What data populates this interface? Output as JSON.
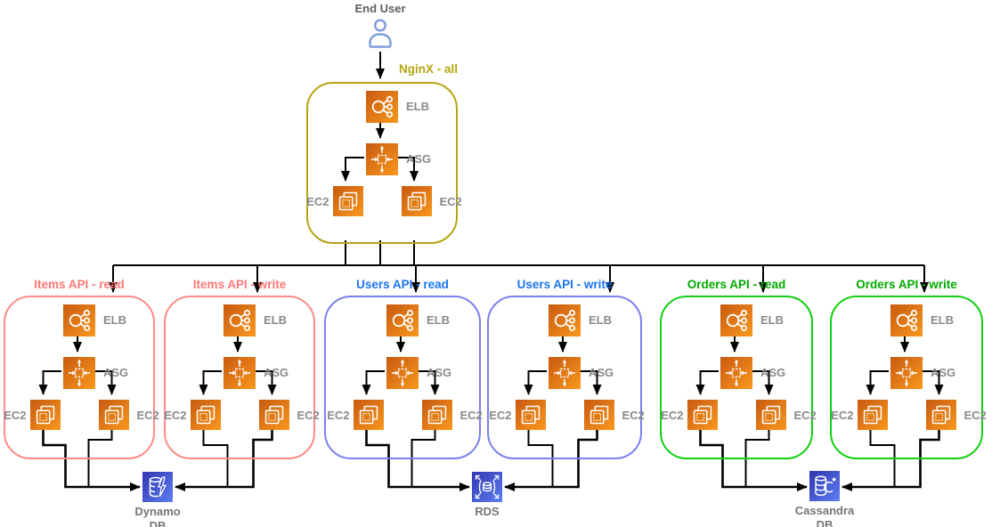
{
  "end_user": {
    "label": "End User"
  },
  "node_labels": {
    "elb": "ELB",
    "asg": "ASG",
    "ec2": "EC2"
  },
  "groups": {
    "nginx": {
      "label": "NginX - all"
    },
    "items_read": {
      "label": "Items API - read"
    },
    "items_write": {
      "label": "Items API - write"
    },
    "users_read": {
      "label": "Users API - read"
    },
    "users_write": {
      "label": "Users API - write"
    },
    "orders_read": {
      "label": "Orders API - read"
    },
    "orders_write": {
      "label": "Orders API - write"
    }
  },
  "databases": {
    "dynamo": {
      "label": "Dynamo\nDB"
    },
    "rds": {
      "label": "RDS"
    },
    "cassandra": {
      "label": "Cassandra\nDB"
    }
  },
  "colors": {
    "nginx_group": "#b4a512",
    "items_group_border": "#ff8a8a",
    "items_label": "#ff7777",
    "users_group_border": "#7b80ee",
    "users_label": "#1b74f3",
    "orders_group_border": "#12cf12",
    "orders_label": "#00a900",
    "aws_compute_orange": "#ec7211",
    "aws_database_blue": "#4150d8",
    "connector_black": "#000000",
    "node_label_gray": "#8a8a8a",
    "end_user_icon_blue": "#7d99dc"
  }
}
